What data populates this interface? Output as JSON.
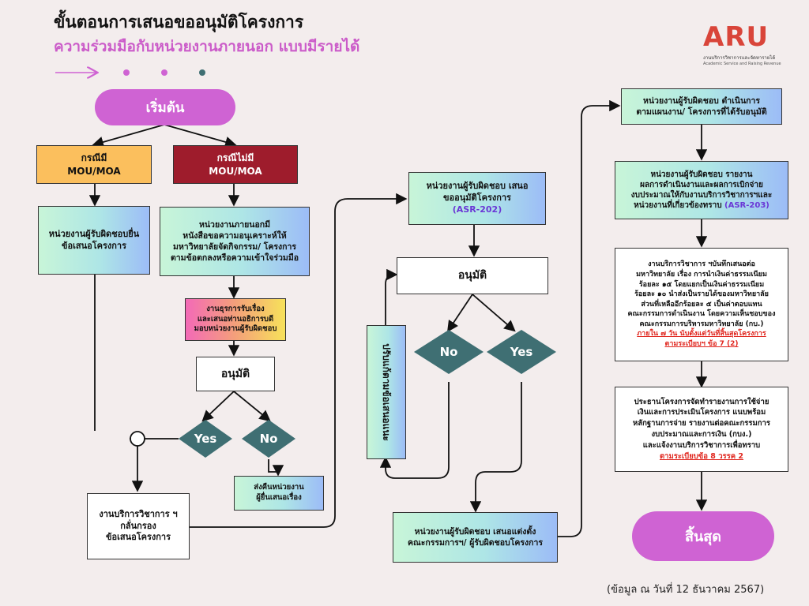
{
  "header": {
    "title": "ขั้นตอนการเสนอขออนุมัติโครงการ",
    "subtitle": "ความร่วมมือกับหน่วยงานภายนอก แบบมีรายได้"
  },
  "logo": {
    "mark": "ARU",
    "line1": "งานบริการวิชาการและจัดหารายได้",
    "line2": "Academic Service and Raising Revenue"
  },
  "flow": {
    "start": "เริ่มต้น",
    "end": "สิ้นสุด",
    "case_mou": [
      "กรณีมี",
      "MOU/MOA"
    ],
    "case_no_mou": [
      "กรณีไม่มี",
      "MOU/MOA"
    ],
    "unit_submit": [
      "หน่วยงานผู้รับผิดชอบยื่น",
      "ข้อเสนอโครงการ"
    ],
    "external_request": [
      "หน่วยงานภายนอกมี",
      "หนังสือขอความอนุเคราะห์ให้",
      "มหาวิทยาลัยจัดกิจกรรม/ โครงการ",
      "ตามข้อตกลงหรือความเข้าใจร่วมมือ"
    ],
    "admin_assign": [
      "งานธุรการรับเรื่อง",
      "และเสนอท่านอธิการบดี",
      "มอบหน่วยงานผู้รับผิดชอบ"
    ],
    "approve_left": "อนุมัติ",
    "yes": "Yes",
    "no": "No",
    "return_unit": [
      "ส่งคืนหน่วยงาน",
      "ผู้ยื่นเสนอเรื่อง"
    ],
    "screen": [
      "งานบริการวิชาการ ฯ",
      "กลั่นกรอง",
      "ข้อเสนอโครงการ"
    ],
    "propose_approval": [
      "หน่วยงานผู้รับผิดชอบ เสนอ",
      "ขออนุมัติโครงการ"
    ],
    "asr202": "(ASR-202)",
    "approve_mid": "อนุมัติ",
    "revise": "ปรับแก้ตามข้อเสนอแนะ",
    "appoint_committee": [
      "หน่วยงานผู้รับผิดชอบ เสนอแต่งตั้ง",
      "คณะกรรมการฯ/ ผู้รับผิดชอบโครงการ"
    ],
    "execute": [
      "หน่วยงานผู้รับผิดชอบ ดำเนินการ",
      "ตามแผนงาน/ โครงการที่ได้รับอนุมัติ"
    ],
    "report": [
      "หน่วยงานผู้รับผิดชอบ รายงาน",
      "ผลการดำเนินงานและผลการเบิกจ่าย",
      "งบประมาณให้กับงานบริการวิชาการฯและ",
      "หน่วยงานที่เกี่ยวข้องทราบ"
    ],
    "asr203": "(ASR-203)",
    "fee": [
      "งานบริการวิชาการ ฯบันทึกเสนอต่อ",
      "มหาวิทยาลัย เรื่อง การนำเงินค่าธรรมเนียม",
      "ร้อยละ ๑๕ โดยแยกเป็นเงินค่าธรรมเนียม",
      "ร้อยละ ๑๐ นำส่งเป็นรายได้ของมหาวิทยาลัย",
      "ส่วนที่เหลืออีกร้อยละ ๕ เป็นค่าตอบแทน",
      "คณะกรรมการดำเนินงาน โดยความเห็นชอบของ",
      "คณะกรรมการบริหารมหาวิทยาลัย (กบ.)"
    ],
    "fee_red": [
      "ภายใน ๗ วัน นับตั้งแต่วันที่สิ้นสุดโครงการ",
      "ตามระเบียบฯ ข้อ 7 (2)"
    ],
    "chair": [
      "ประธานโครงการจัดทำรายงานการใช้จ่าย",
      "เงินและการประเมินโครงการ แนบพร้อม",
      "หลักฐานการจ่าย รายงานต่อคณะกรรมการ",
      "งบประมาณและการเงิน (กบง.)",
      "และแจ้งงานบริการวิชาการเพื่อทราบ"
    ],
    "chair_red": "ตามระเบียบข้อ 8 วรรค 2"
  },
  "footer": "(ข้อมูล ณ วันที่ 12 ธันวาคม 2567)",
  "colors": {
    "pill": "#cf63d3",
    "mou": "#fbbf5d",
    "no_mou": "#9e1c2c",
    "diamond": "#3f6f73",
    "red_text": "#e0261e",
    "asr": "#6a37d6"
  }
}
